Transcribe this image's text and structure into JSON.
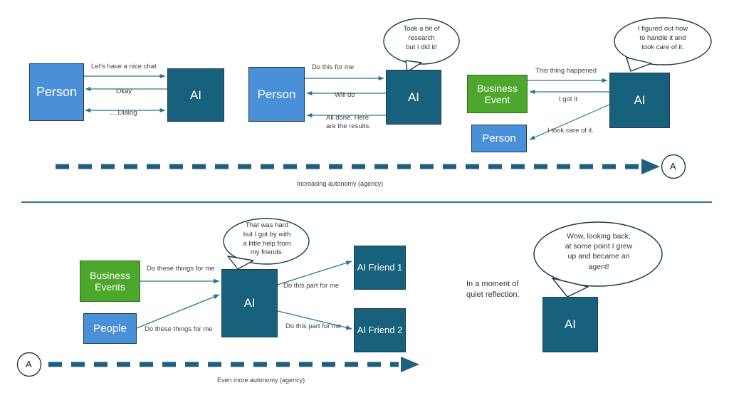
{
  "theme": {
    "person_fill": "#4A90D9",
    "ai_fill": "#17617D",
    "event_fill": "#4CA72C",
    "arrow_stroke": "#2E7595",
    "bubble_stroke": "#1F3A4D",
    "divider": "#3E7D96",
    "text": "#333333",
    "background": "#FFFFFF"
  },
  "top_section": {
    "panel1": {
      "person_label": "Person",
      "ai_label": "AI",
      "messages": [
        {
          "text": "Let's have a nice chat",
          "direction": "person-to-ai"
        },
        {
          "text": "Okay",
          "direction": "ai-to-person"
        },
        {
          "text": "....Dialog",
          "direction": "both"
        }
      ]
    },
    "panel2": {
      "person_label": "Person",
      "ai_label": "AI",
      "bubble": "Took a bit of\nresearch\nbut I did it!",
      "messages": [
        {
          "text": "Do this for me",
          "direction": "person-to-ai"
        },
        {
          "text": "Will do",
          "direction": "ai-to-person"
        },
        {
          "text": "All done. Here\nare the results.",
          "direction": "ai-to-person"
        }
      ]
    },
    "panel3": {
      "event_label": "Business\nEvent",
      "person_label": "Person",
      "ai_label": "AI",
      "bubble": "I figured out how\nto handle it and\ntook care of it.",
      "messages": [
        {
          "text": "This thing happened",
          "direction": "event-to-ai"
        },
        {
          "text": "I got it",
          "direction": "ai-to-event"
        },
        {
          "text": "I took care of it.",
          "direction": "ai-to-person"
        }
      ]
    },
    "axis": {
      "caption": "Increasing autonomy (agency)",
      "end_marker": "A"
    }
  },
  "bottom_section": {
    "panel4": {
      "events_label": "Business\nEvents",
      "people_label": "People",
      "ai_label": "AI",
      "friend1_label": "AI Friend 1",
      "friend2_label": "AI Friend 2",
      "bubble": "That was hard\nbut I got by with\na little help from\nmy friends.",
      "messages": [
        {
          "text": "Do these things for me",
          "direction": "events-to-ai"
        },
        {
          "text": "Do these things for me",
          "direction": "people-to-ai"
        },
        {
          "text": "Do this part for me",
          "direction": "ai-to-friend1"
        },
        {
          "text": "Do this part for me",
          "direction": "ai-to-friend2"
        }
      ]
    },
    "panel5": {
      "ai_label": "AI",
      "bubble": "Wow, looking back,\nat some point I grew\nup and became an\nagent!",
      "caption": "In a moment of\nquiet reflection."
    },
    "axis": {
      "caption": "Even more autonomy (agency)",
      "start_marker": "A"
    }
  }
}
